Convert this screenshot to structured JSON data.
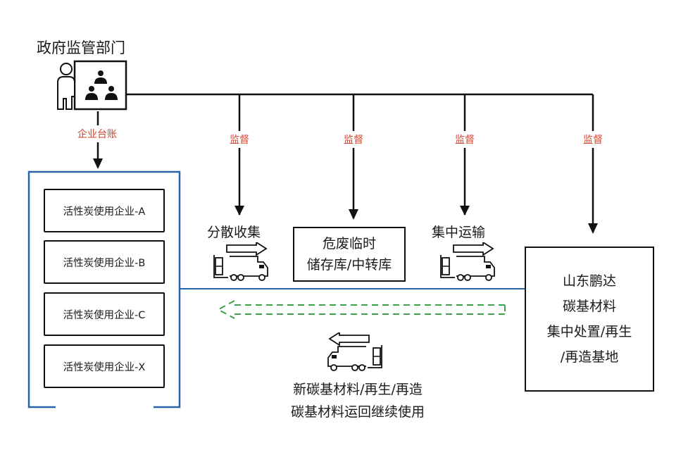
{
  "gov": {
    "title": "政府监管部门",
    "ledger_label": "企业台账",
    "icon": "government-people-icon"
  },
  "supervision_labels": [
    "监督",
    "监督",
    "监督",
    "监督"
  ],
  "enterprises": [
    {
      "label": "活性炭使用企业-A"
    },
    {
      "label": "活性炭使用企业-B"
    },
    {
      "label": "活性炭使用企业-C"
    },
    {
      "label": "活性炭使用企业-X"
    }
  ],
  "stages": {
    "collection": "分散收集",
    "storage_line1": "危废临时",
    "storage_line2": "储存库/中转库",
    "transport": "集中运输"
  },
  "facility": {
    "lines": [
      "山东鹏达",
      "碳基材料",
      "集中处置/再生",
      "/再造基地"
    ]
  },
  "return_flow": {
    "line1": "新碳基材料/再生/再造",
    "line2": "碳基材料运回继续使用"
  },
  "colors": {
    "blue_frame": "#2a64a8",
    "red_text": "#d0432c",
    "green_dashed": "#3aa24a",
    "black": "#111111"
  }
}
